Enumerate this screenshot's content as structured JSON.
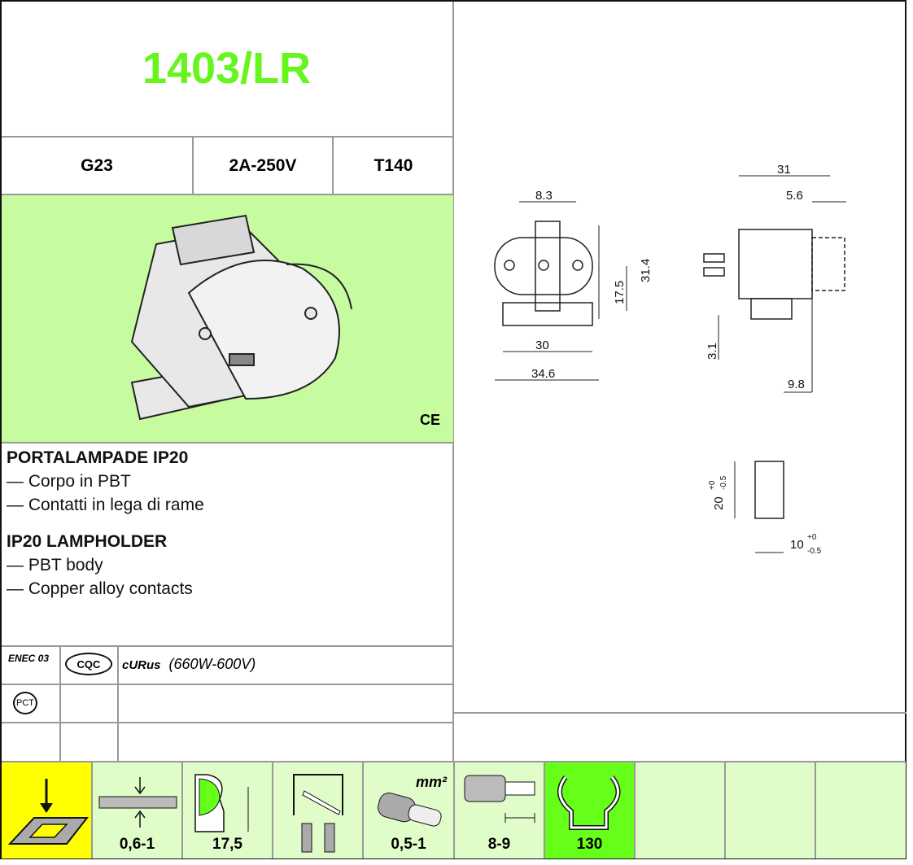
{
  "product": {
    "code": "1403/LR",
    "base": "G23",
    "rating": "2A-250V",
    "temperature": "T140",
    "ce_mark": "CE"
  },
  "description": {
    "it_title": "PORTALAMPADE IP20",
    "it_items": [
      "— Corpo in PBT",
      "— Contatti in lega di rame"
    ],
    "en_title": "IP20 LAMPHOLDER",
    "en_items": [
      "— PBT body",
      "— Copper alloy contacts"
    ]
  },
  "certifications": {
    "enec": "ENEC 03",
    "cqc": "CQC",
    "ul": "cURus",
    "ul_rating": "(660W-600V)",
    "gost": "PCT"
  },
  "drawing": {
    "d_8_3": "8.3",
    "d_31_4": "31.4",
    "d_17_5": "17.5",
    "d_30": "30",
    "d_34_6": "34.6",
    "d_31": "31",
    "d_5_6": "5.6",
    "d_3_1": "3.1",
    "d_9_8": "9.8",
    "d_20": "20",
    "d_10": "10",
    "tol_plus": "+0",
    "tol_minus": "-0.5"
  },
  "icons": [
    {
      "name": "panel-mount",
      "value": ""
    },
    {
      "name": "panel-thickness",
      "value": "0,6-1"
    },
    {
      "name": "mounting-height",
      "value": "17,5"
    },
    {
      "name": "push-in-terminals",
      "value": ""
    },
    {
      "name": "wire-section",
      "value": "0,5-1",
      "unit": "mm²"
    },
    {
      "name": "strip-length",
      "value": "8-9"
    },
    {
      "name": "temperature-clip",
      "value": "130"
    }
  ],
  "colors": {
    "title": "#66f51c",
    "photo_bg": "#c6fba0",
    "cell_bg": "#e0fcc8",
    "highlight": "#66ff1a",
    "yellow": "#ffff00"
  }
}
